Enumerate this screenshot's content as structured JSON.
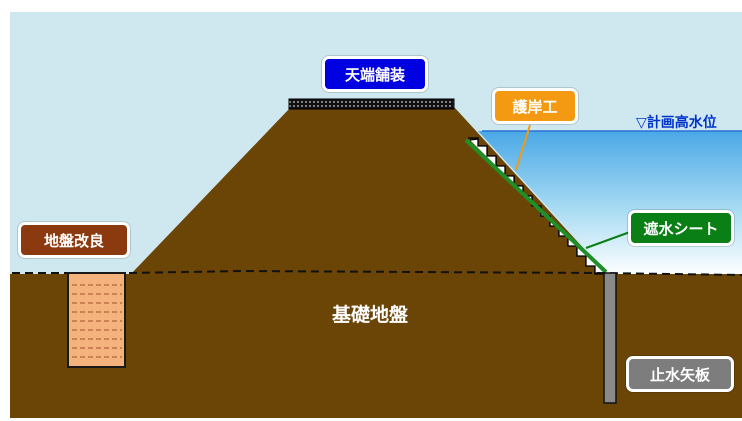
{
  "labels": {
    "crest_paving": "天端舗装",
    "revetment": "護岸工",
    "water_level": "▽計画高水位",
    "impermeable_sheet": "遮水シート",
    "ground_improvement": "地盤改良",
    "foundation_ground": "基礎地盤",
    "sheet_pile": "止水矢板"
  },
  "colors": {
    "sky": "#cfe8f0",
    "water": "#5fb3e8",
    "soil": "#6b4506",
    "crest_paving_bg": "#0000e0",
    "revetment_bg": "#f39a12",
    "impermeable_sheet_bg": "#0a7f16",
    "impermeable_sheet_line": "#1f8f28",
    "ground_improvement_bg": "#8b3a10",
    "sheet_pile_bg": "#7d7d7d",
    "water_level_text": "#0033cc",
    "improvement_fill": "#f4b37c"
  },
  "icons": {
    "water_level_marker": "down-triangle-icon"
  }
}
